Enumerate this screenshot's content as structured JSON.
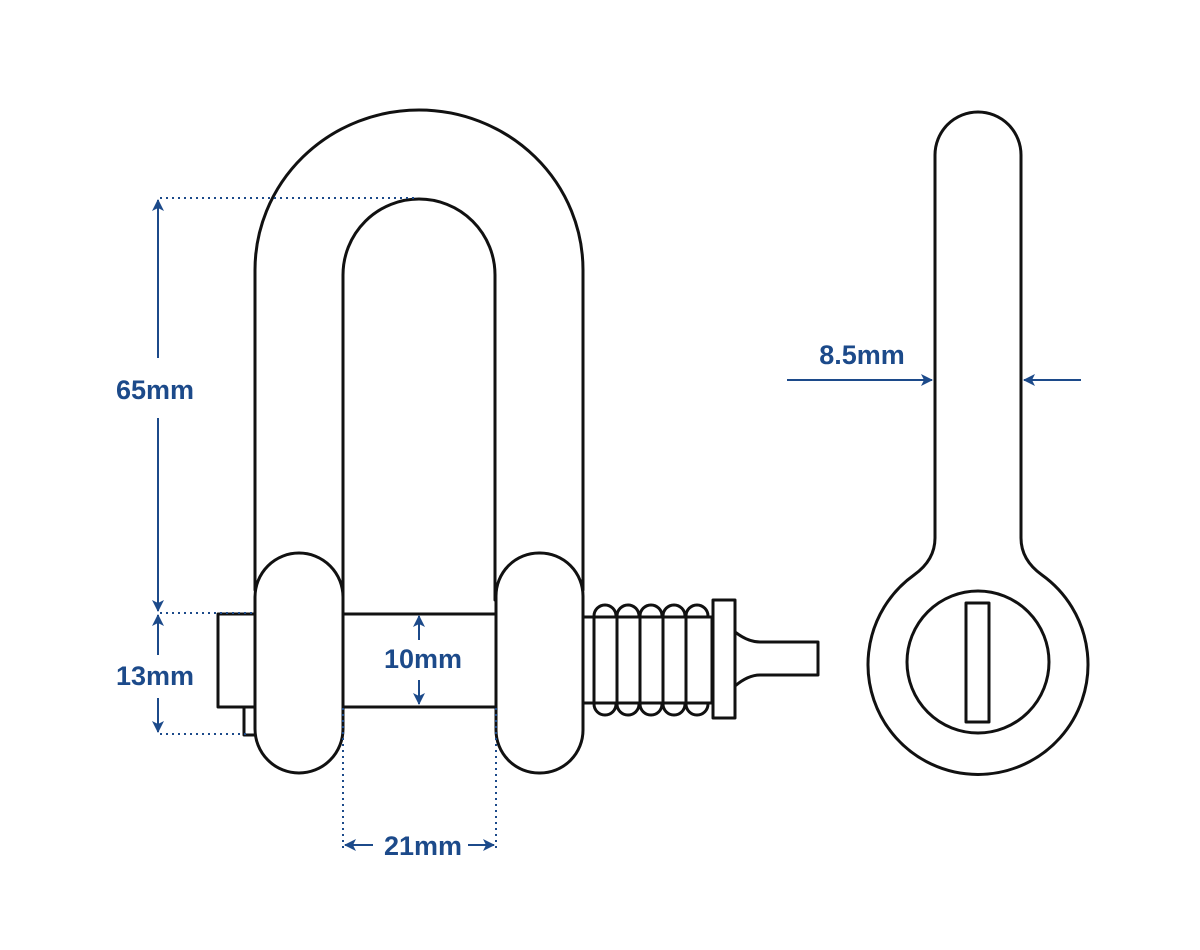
{
  "colors": {
    "dimension": "#1c4a8a",
    "outline": "#111111",
    "background": "#ffffff"
  },
  "dimensions": {
    "height_inner": "65mm",
    "pin_diameter": "13mm",
    "body_diameter": "10mm",
    "inner_width": "21mm",
    "thickness": "8.5mm"
  }
}
